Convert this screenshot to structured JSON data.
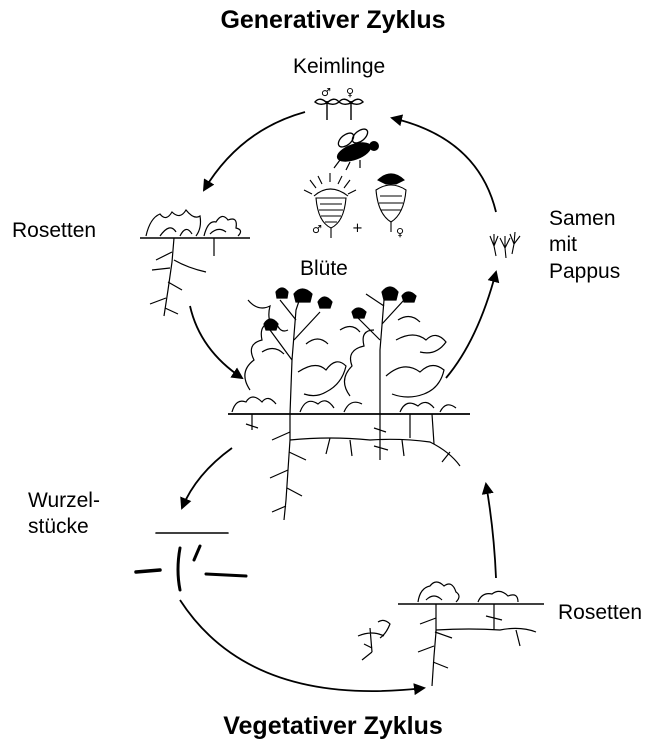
{
  "title_top": "Generativer Zyklus",
  "title_bottom": "Vegetativer Zyklus",
  "labels": {
    "keimlinge": "Keimlinge",
    "rosetten_top": "Rosetten",
    "bluete": "Blüte",
    "samen_line1": "Samen",
    "samen_line2": "mit",
    "samen_line3": "Pappus",
    "wurzel_line1": "Wurzel-",
    "wurzel_line2": "stücke",
    "rosetten_bottom": "Rosetten"
  },
  "symbols": {
    "male": "♂",
    "female": "♀",
    "plus": "+"
  },
  "colors": {
    "ink": "#000000",
    "background": "#ffffff"
  }
}
